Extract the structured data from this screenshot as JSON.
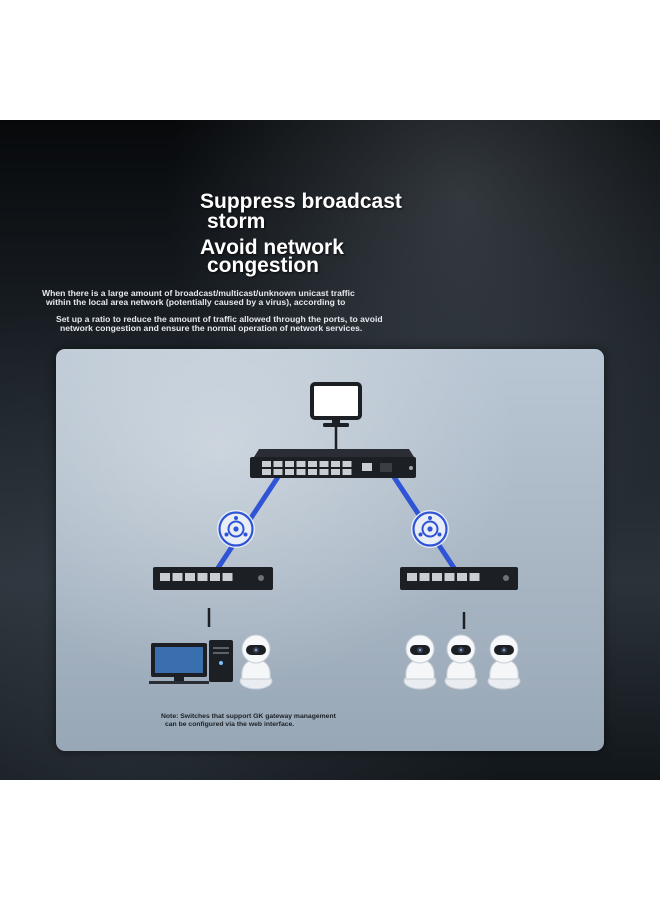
{
  "headline": {
    "line1": "Suppress broadcast",
    "line2": "storm",
    "line3": "Avoid network",
    "line4": "congestion"
  },
  "description": {
    "paragraph1_line1": "When there is a large amount of broadcast/multicast/unknown unicast traffic",
    "paragraph1_line2": "within the local area network (potentially caused by a virus), according to",
    "paragraph2_line1": "Set up a ratio to reduce the amount of traffic allowed through the ports, to avoid",
    "paragraph2_line2": "network congestion and ensure the normal operation of network services."
  },
  "note": {
    "line1": "Note: Switches that support GK gateway management",
    "line2": "can be configured via the web interface."
  },
  "colors": {
    "link_blue": "#2f54d6",
    "device_black": "#1c1f24",
    "port_gray": "#c9ced4"
  },
  "icons": {
    "monitor": "monitor-icon",
    "storm_control": "storm-control-icon",
    "camera": "security-camera-icon",
    "computer": "desktop-computer-icon"
  }
}
